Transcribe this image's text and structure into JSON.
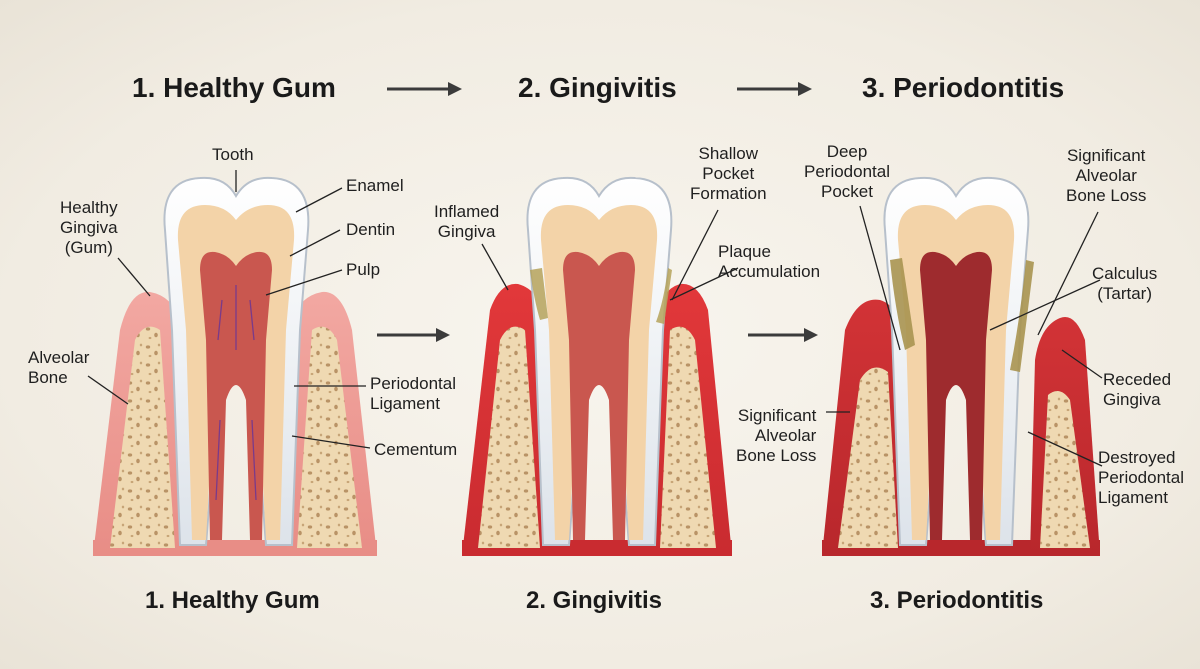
{
  "header": {
    "stage1": "1. Healthy Gum",
    "stage2": "2. Gingivitis",
    "stage3": "3. Periodontitis"
  },
  "footer": {
    "stage1": "1. Healthy Gum",
    "stage2": "2. Gingivitis",
    "stage3": "3. Periodontitis"
  },
  "labels": {
    "healthy": {
      "tooth": "Tooth",
      "enamel": "Enamel",
      "healthy_gingiva": "Healthy\nGingiva\n(Gum)",
      "dentin": "Dentin",
      "pulp": "Pulp",
      "alveolar_bone": "Alveolar\nBone",
      "periodontal_ligament": "Periodontal\nLigament",
      "cementum": "Cementum"
    },
    "gingivitis": {
      "shallow_pocket": "Shallow\nPocket\nFormation",
      "inflamed_gingiva": "Inflamed\nGingiva",
      "plaque": "Plaque\nAccumulation",
      "bone_loss": "Significant\nAlveolar\nBone Loss"
    },
    "periodontitis": {
      "deep_pocket": "Deep\nPeriodontal\nPocket",
      "bone_loss": "Significant\nAlveolar\nBone Loss",
      "calculus": "Calculus\n(Tartar)",
      "receded_gingiva": "Receded\nGingiva",
      "destroyed_ligament": "Destroyed\nPeriodontal\nLigament"
    }
  },
  "colors": {
    "enamel": "#f4f6f8",
    "dentin": "#f3d3a8",
    "pulp": "#c9574f",
    "healthy_gum": "#f0a3a0",
    "inflamed_gum": "#d9363a",
    "bone": "#efd9b2",
    "plaque": "#b5a25a",
    "arrow": "#3b3b3b"
  }
}
